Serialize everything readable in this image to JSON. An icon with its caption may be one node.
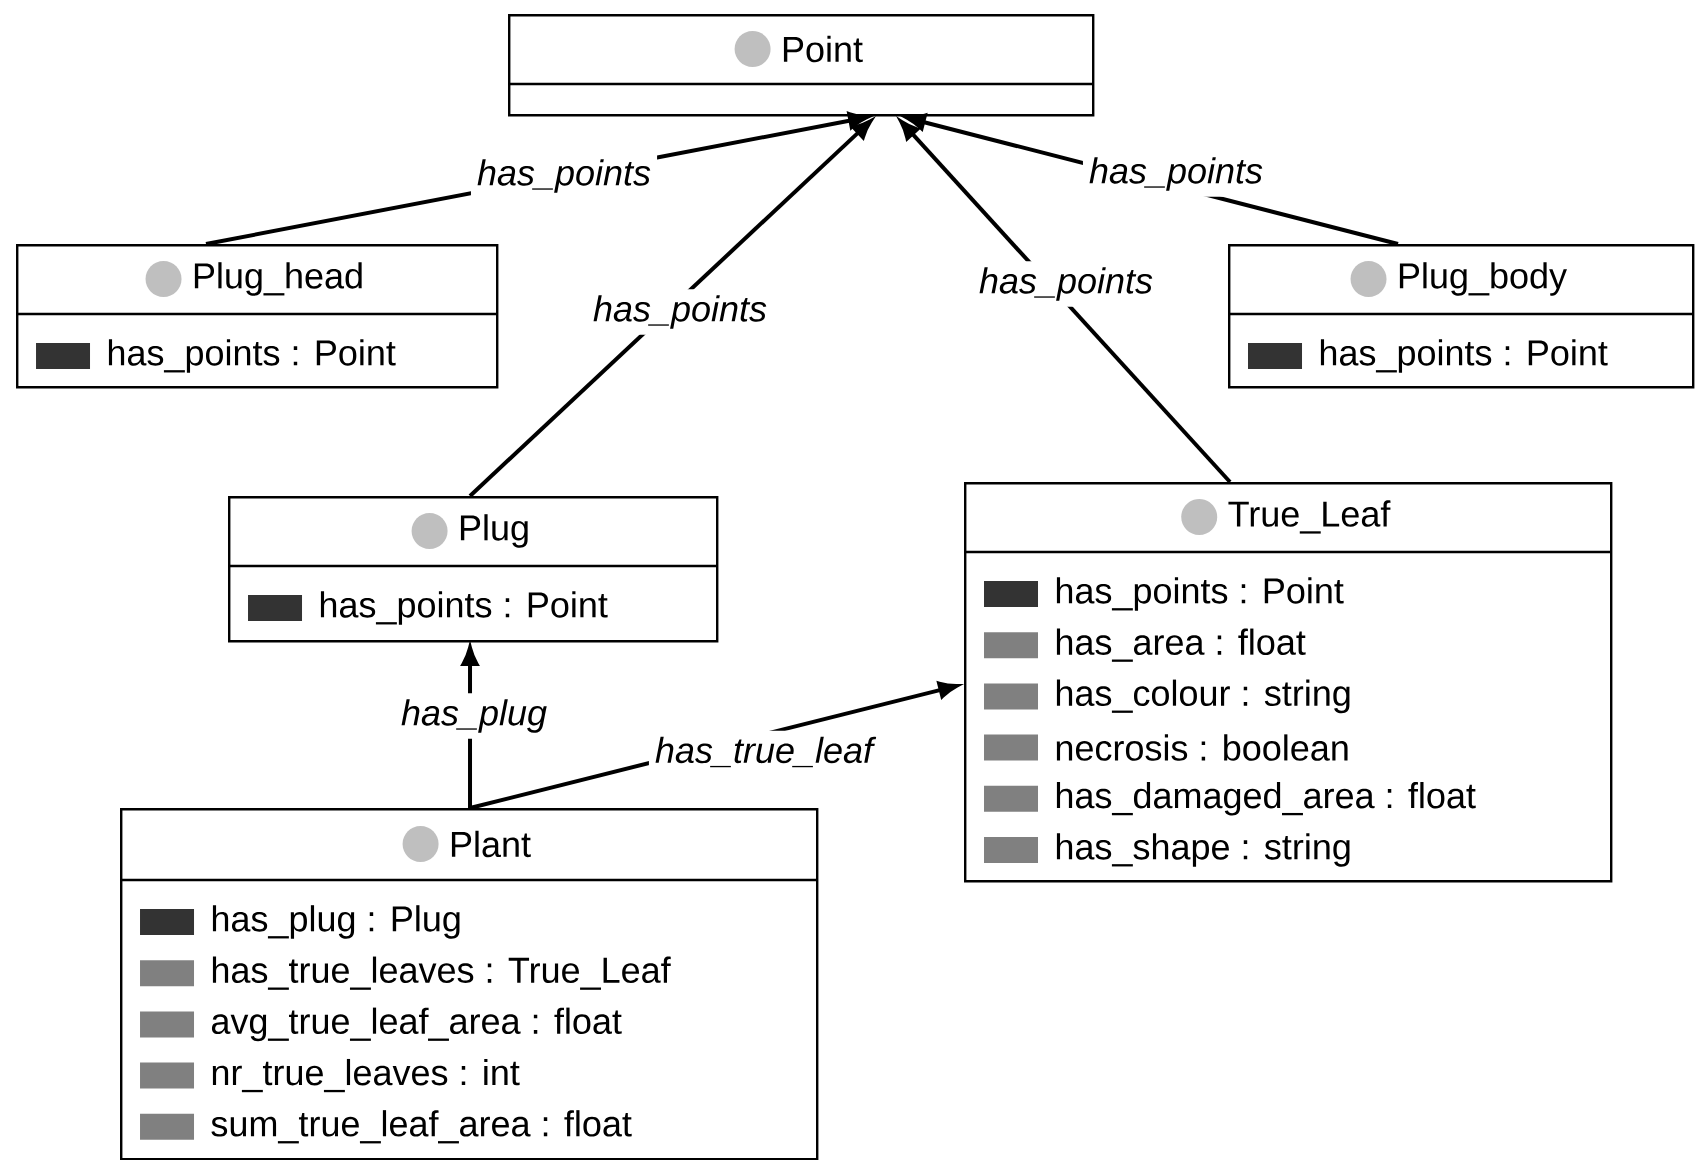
{
  "diagram": {
    "nodes": [
      {
        "text": [
          "Point"
        ]
      },
      {
        "text": [
          "Plug_head",
          "has_points : Point"
        ]
      },
      {
        "text": [
          "Plug_body",
          "has_points : Point"
        ]
      },
      {
        "text": [
          "Plug",
          "has_points : Point"
        ]
      },
      {
        "text": [
          "True_Leaf",
          "has_points : Point",
          "has_area : float",
          "has_colour : string",
          "necrosis : boolean",
          "has_damaged_area : float",
          "has_shape : string"
        ]
      },
      {
        "text": [
          "Plant",
          "has_plug : Plug",
          "has_true_leaves : True_Leaf",
          "avg_true_leaf_area : float",
          "nr_true_leaves : int",
          "sum_true_leaf_area : float"
        ]
      }
    ],
    "edges": [
      {
        "from": 1,
        "to": 0,
        "arrow": "to",
        "label": "has_points"
      },
      {
        "from": 3,
        "to": 0,
        "arrow": "to",
        "label": "has_points"
      },
      {
        "from": 4,
        "to": 0,
        "arrow": "to",
        "label": "has_points"
      },
      {
        "from": 2,
        "to": 0,
        "arrow": "to",
        "label": "has_points"
      },
      {
        "from": 5,
        "to": 3,
        "arrow": "to",
        "label": "has_plug"
      },
      {
        "from": 5,
        "to": 4,
        "arrow": "to",
        "label": "has_true_leaf"
      }
    ]
  }
}
